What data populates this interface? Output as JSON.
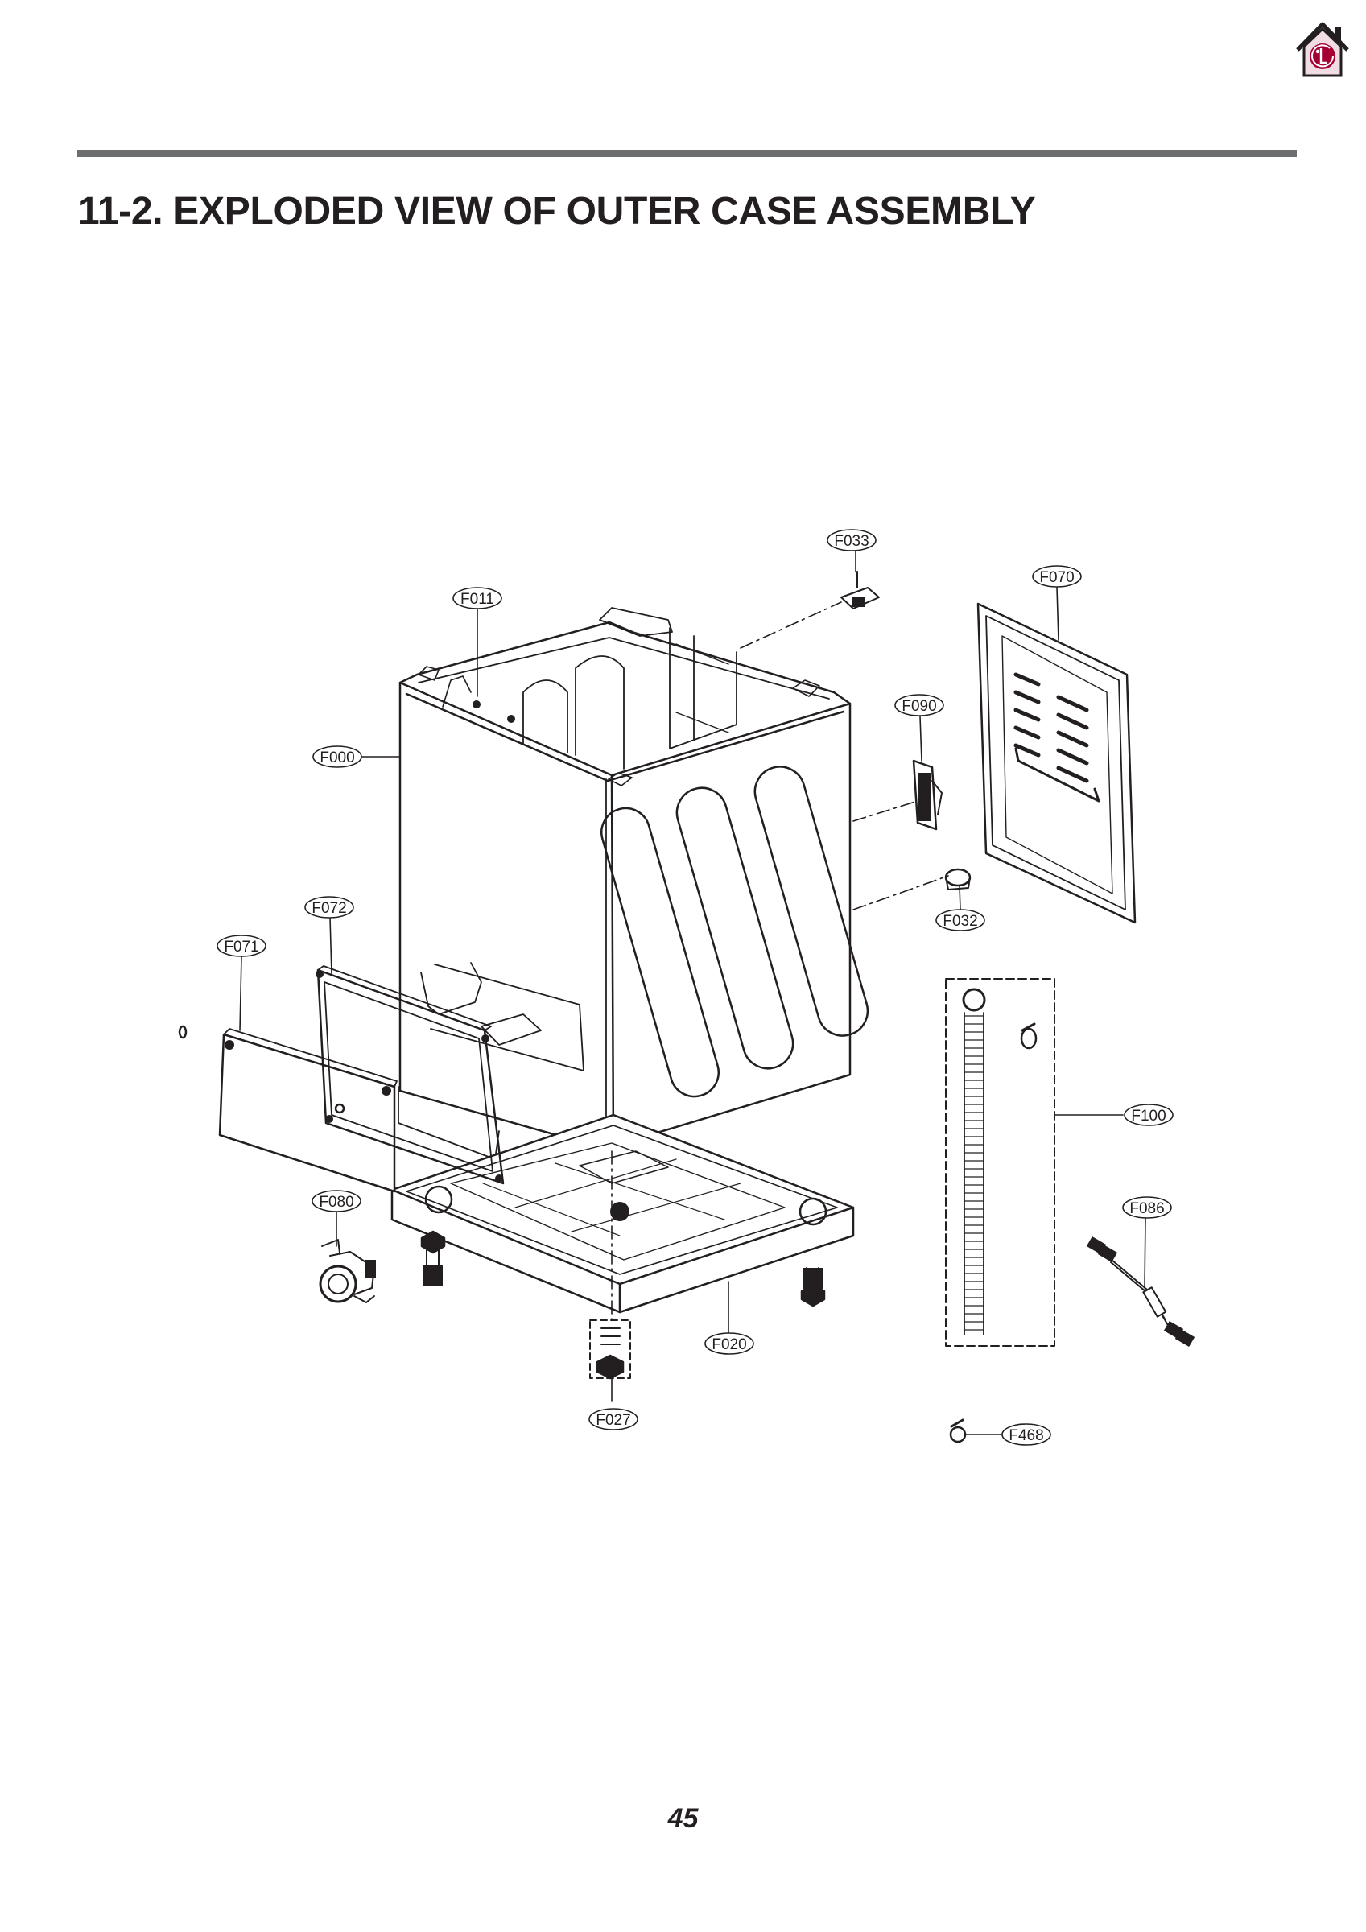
{
  "header": {
    "title": "11-2. EXPLODED VIEW OF OUTER CASE ASSEMBLY",
    "logo_icon": "lg-home-logo-icon",
    "logo_text": "LG",
    "brand_color": "#a50034"
  },
  "diagram": {
    "labels": {
      "F033": "F033",
      "F070": "F070",
      "F011": "F011",
      "F090": "F090",
      "F000": "F000",
      "F072": "F072",
      "F032": "F032",
      "F071": "F071",
      "F100": "F100",
      "F080": "F080",
      "F086": "F086",
      "F020": "F020",
      "F027": "F027",
      "F468": "F468"
    }
  },
  "footer": {
    "page_number": "45"
  }
}
